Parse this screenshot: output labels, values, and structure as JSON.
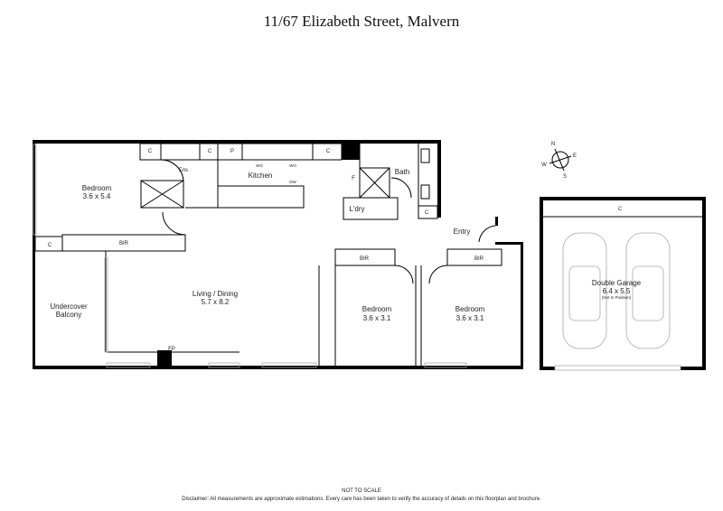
{
  "title": "11/67 Elizabeth Street, Malvern",
  "rooms": {
    "bedroom_main": {
      "name": "Bedroom",
      "size": "3.6 x 5.4"
    },
    "ensuite": "Ens",
    "kitchen": "Kitchen",
    "bath": "Bath",
    "fridge": "F",
    "laundry": "L'dry",
    "entry": "Entry",
    "living": {
      "name": "Living / Dining",
      "size": "5.7 x 8.2"
    },
    "balcony": {
      "line1": "Undercover",
      "line2": "Balcony"
    },
    "bedroom_2": {
      "name": "Bedroom",
      "size": "3.6 x 3.1"
    },
    "bedroom_3": {
      "name": "Bedroom",
      "size": "3.6 x 3.1"
    },
    "garage": {
      "name": "Double Garage",
      "size": "6.4 x 5.5",
      "note": "(Not In Position)"
    }
  },
  "fixtures": {
    "cupboard": "C",
    "pantry": "P",
    "wall_oven": "WO",
    "dishwasher": "DW",
    "built_in_robe": "BIR",
    "fireplace": "FP"
  },
  "compass": {
    "n": "N",
    "e": "E",
    "s": "S",
    "w": "W"
  },
  "footer": {
    "not_to_scale": "NOT TO SCALE",
    "disclaimer": "Disclaimer: All measurements are approximate estimations. Every care has been taken to verify the accuracy of details on this floorplan and brochure."
  }
}
